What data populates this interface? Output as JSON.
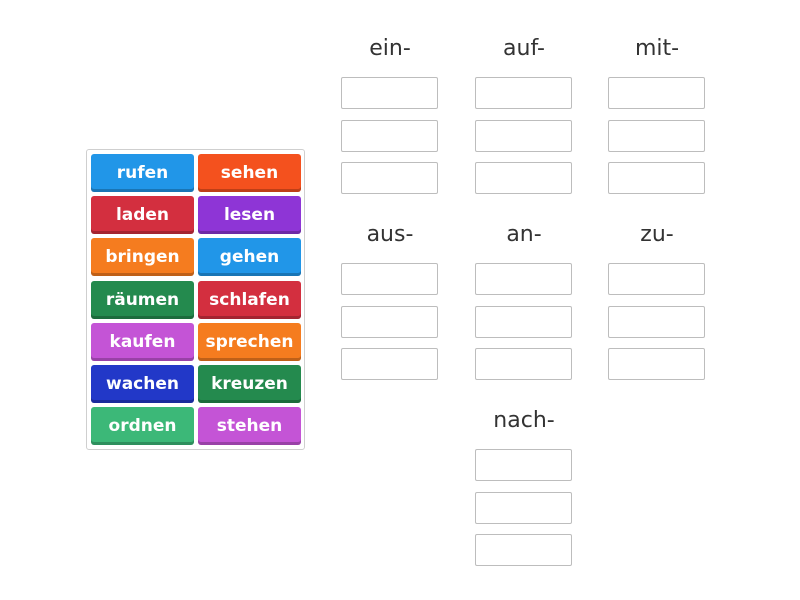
{
  "word_bank": {
    "tiles": [
      {
        "label": "rufen",
        "color": "#2196e8"
      },
      {
        "label": "sehen",
        "color": "#f4511e"
      },
      {
        "label": "laden",
        "color": "#d32f3f"
      },
      {
        "label": "lesen",
        "color": "#8e35d6"
      },
      {
        "label": "bringen",
        "color": "#f57c1f"
      },
      {
        "label": "gehen",
        "color": "#2196e8"
      },
      {
        "label": "räumen",
        "color": "#248a4e"
      },
      {
        "label": "schlafen",
        "color": "#d32f3f"
      },
      {
        "label": "kaufen",
        "color": "#c454d6"
      },
      {
        "label": "sprechen",
        "color": "#f57c1f"
      },
      {
        "label": "wachen",
        "color": "#2238c8"
      },
      {
        "label": "kreuzen",
        "color": "#248a4e"
      },
      {
        "label": "ordnen",
        "color": "#3cb878"
      },
      {
        "label": "stehen",
        "color": "#c454d6"
      }
    ]
  },
  "groups": [
    {
      "title": "ein-",
      "slot_count": 3
    },
    {
      "title": "auf-",
      "slot_count": 3
    },
    {
      "title": "mit-",
      "slot_count": 3
    },
    {
      "title": "aus-",
      "slot_count": 3
    },
    {
      "title": "an-",
      "slot_count": 3
    },
    {
      "title": "zu-",
      "slot_count": 3
    },
    {
      "title": "nach-",
      "slot_count": 3
    }
  ]
}
